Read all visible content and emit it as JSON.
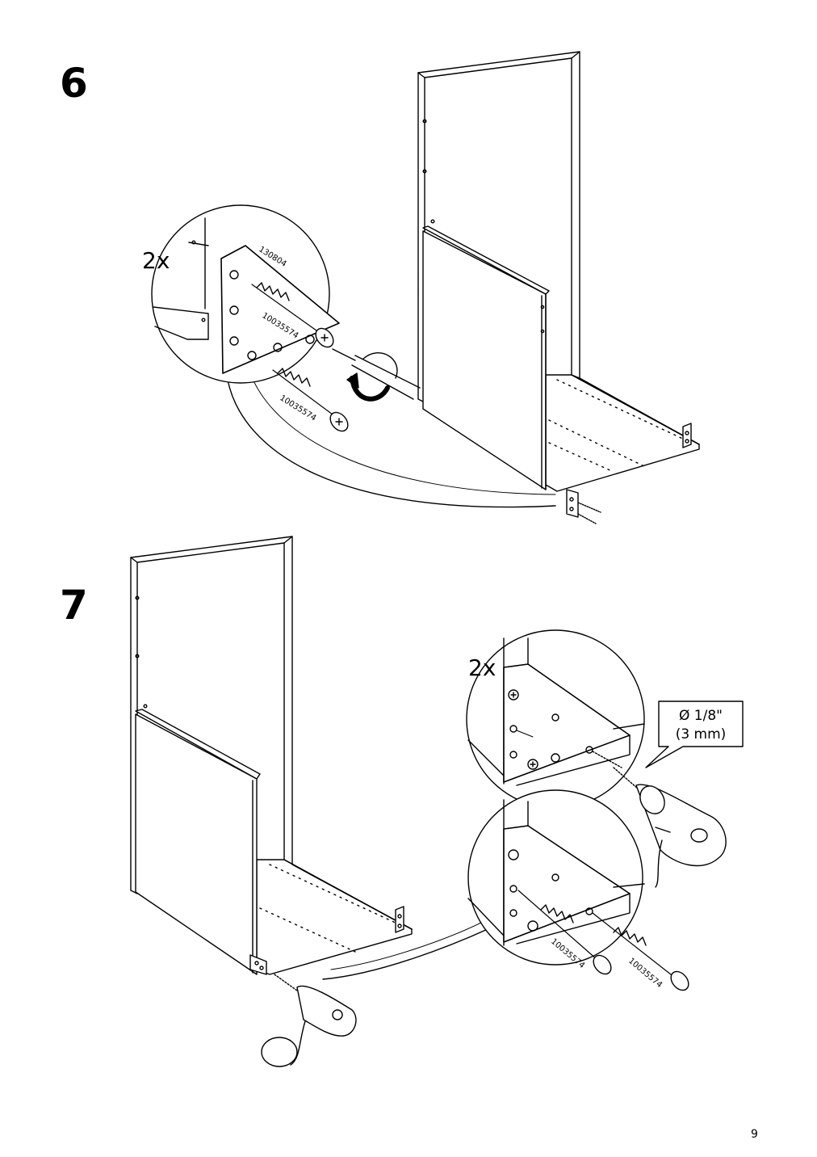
{
  "steps": [
    {
      "number": "6",
      "quantity": "2x",
      "part_numbers": [
        "130804",
        "10035574",
        "10035574"
      ]
    },
    {
      "number": "7",
      "quantity": "2x",
      "drill_size_line1": "Ø 1/8\"",
      "drill_size_line2": "(3 mm)",
      "part_numbers": [
        "10035574",
        "10035574"
      ]
    }
  ],
  "page_number": "9"
}
